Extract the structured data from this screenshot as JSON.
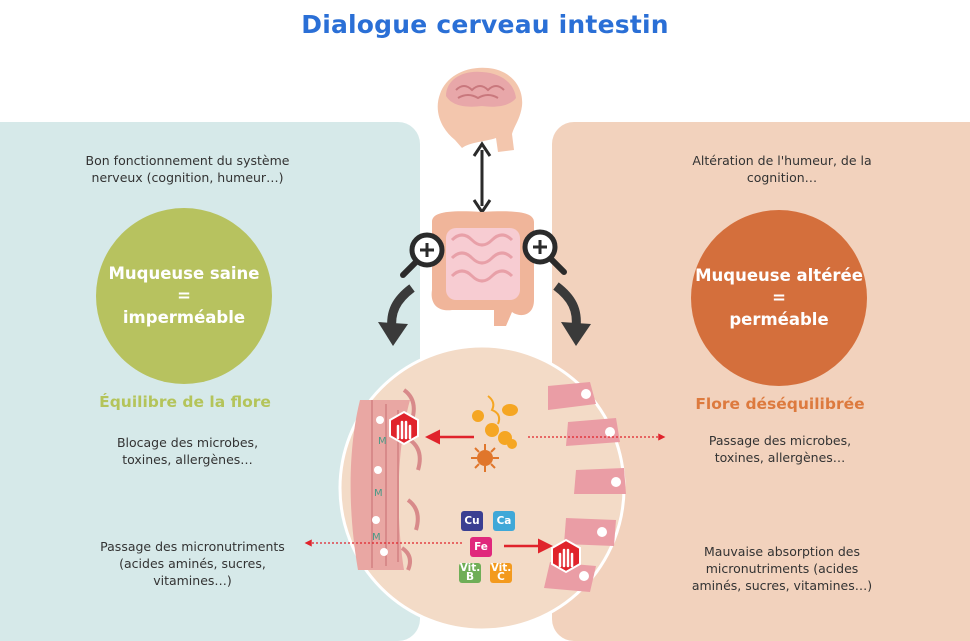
{
  "title": "Dialogue cerveau intestin",
  "left": {
    "top_text": "Bon fonctionnement du système nerveux (cognition, humeur…)",
    "circle_line1": "Muqueuse saine",
    "circle_line2": "=",
    "circle_line3": "imperméable",
    "heading": "Équilibre de la flore",
    "block_text": "Blocage des microbes, toxines, allergènes…",
    "pass_text": "Passage des micronutriments (acides aminés, sucres, vitamines…)"
  },
  "right": {
    "top_text": "Altération de l'humeur, de la cognition…",
    "circle_line1": "Muqueuse altérée",
    "circle_line2": "=",
    "circle_line3": "perméable",
    "heading": "Flore déséquilibrée",
    "block_text": "Passage des microbes, toxines, allergènes…",
    "pass_text": "Mauvaise absorption des micronutriments (acides aminés, sucres, vitamines…)"
  },
  "nutrients": {
    "cu": "Cu",
    "ca": "Ca",
    "fe": "Fe",
    "vitb_1": "Vit.",
    "vitb_2": "B",
    "vitc_1": "Vit.",
    "vitc_2": "C"
  },
  "colors": {
    "title": "#2a6fd6",
    "left_panel": "#d6e9e9",
    "right_panel": "#f2d2bd",
    "healthy_circle": "#b7c25f",
    "altered_circle": "#d46f3c",
    "healthy_heading": "#b4c45a",
    "altered_heading": "#dd7a3e",
    "arrow_red": "#e0232b"
  }
}
